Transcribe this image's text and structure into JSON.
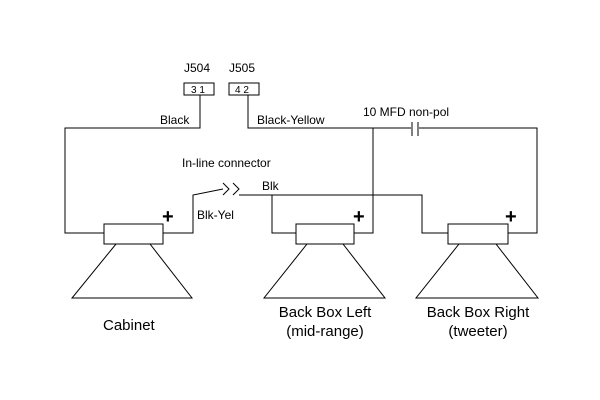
{
  "connectors": {
    "j504": {
      "name": "J504",
      "pins": "3  1"
    },
    "j505": {
      "name": "J505",
      "pins": "4  2"
    }
  },
  "wires": {
    "black": "Black",
    "black_yellow": "Black-Yellow",
    "blk": "Blk",
    "blk_yel": "Blk-Yel"
  },
  "components": {
    "capacitor": "10 MFD non-pol",
    "inline_connector": "In-line connector"
  },
  "speakers": {
    "cabinet": {
      "label": "Cabinet",
      "polarity": "+"
    },
    "left": {
      "label": "Back Box Left",
      "sublabel": "(mid-range)",
      "polarity": "+"
    },
    "right": {
      "label": "Back Box Right",
      "sublabel": "(tweeter)",
      "polarity": "+"
    }
  }
}
